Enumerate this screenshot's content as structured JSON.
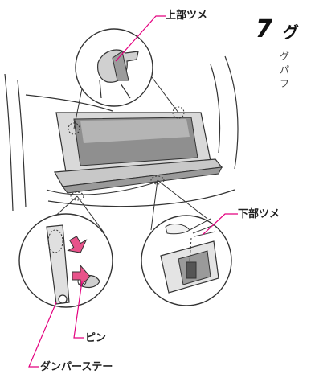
{
  "step": {
    "number": "7",
    "title": "グ",
    "body_lines": [
      "グ",
      "パ",
      "フ"
    ]
  },
  "labels": {
    "upper_claw": "上部ツメ",
    "lower_claw": "下部ツメ",
    "pin": "ピン",
    "damper_stay": "ダンパーステー"
  },
  "colors": {
    "callout_line": "#e4007f",
    "arrow_fill": "#e8528a",
    "outline": "#333333"
  }
}
